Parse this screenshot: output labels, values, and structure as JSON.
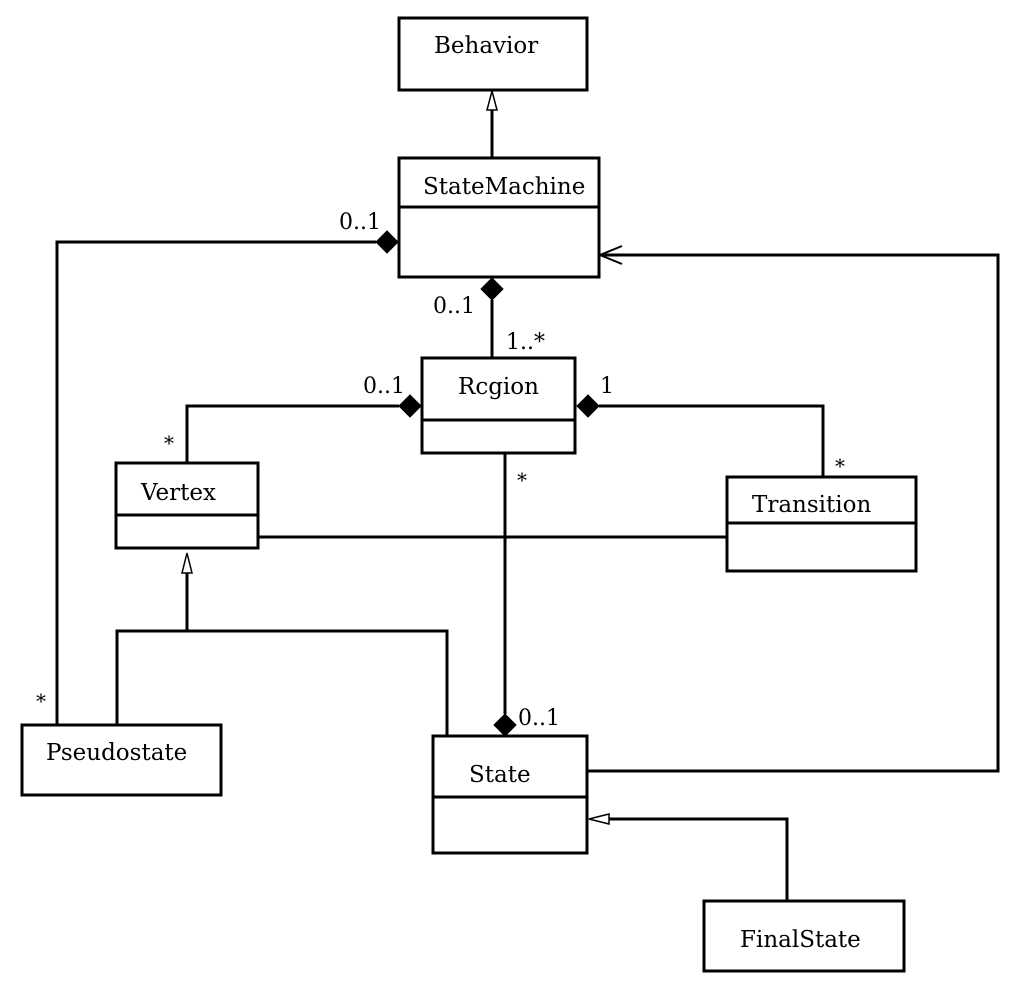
{
  "classes": {
    "behavior": "Behavior",
    "state_machine": "StateMachine",
    "region": "Rcgion",
    "vertex": "Vertex",
    "transition": "Transition",
    "pseudostate": "Pseudostate",
    "state": "State",
    "final_state": "FinalState"
  },
  "multiplicities": {
    "statemachine_pseudostate_end": "0..1",
    "pseudostate_statemachine_end": "*",
    "statemachine_region_end": "0..1",
    "region_statemachine_end": "1..*",
    "region_vertex_end": "0..1",
    "vertex_region_end": "*",
    "region_transition_end": "1",
    "transition_region_end": "*",
    "state_region_end": "*",
    "region_state_end": "0..1"
  }
}
